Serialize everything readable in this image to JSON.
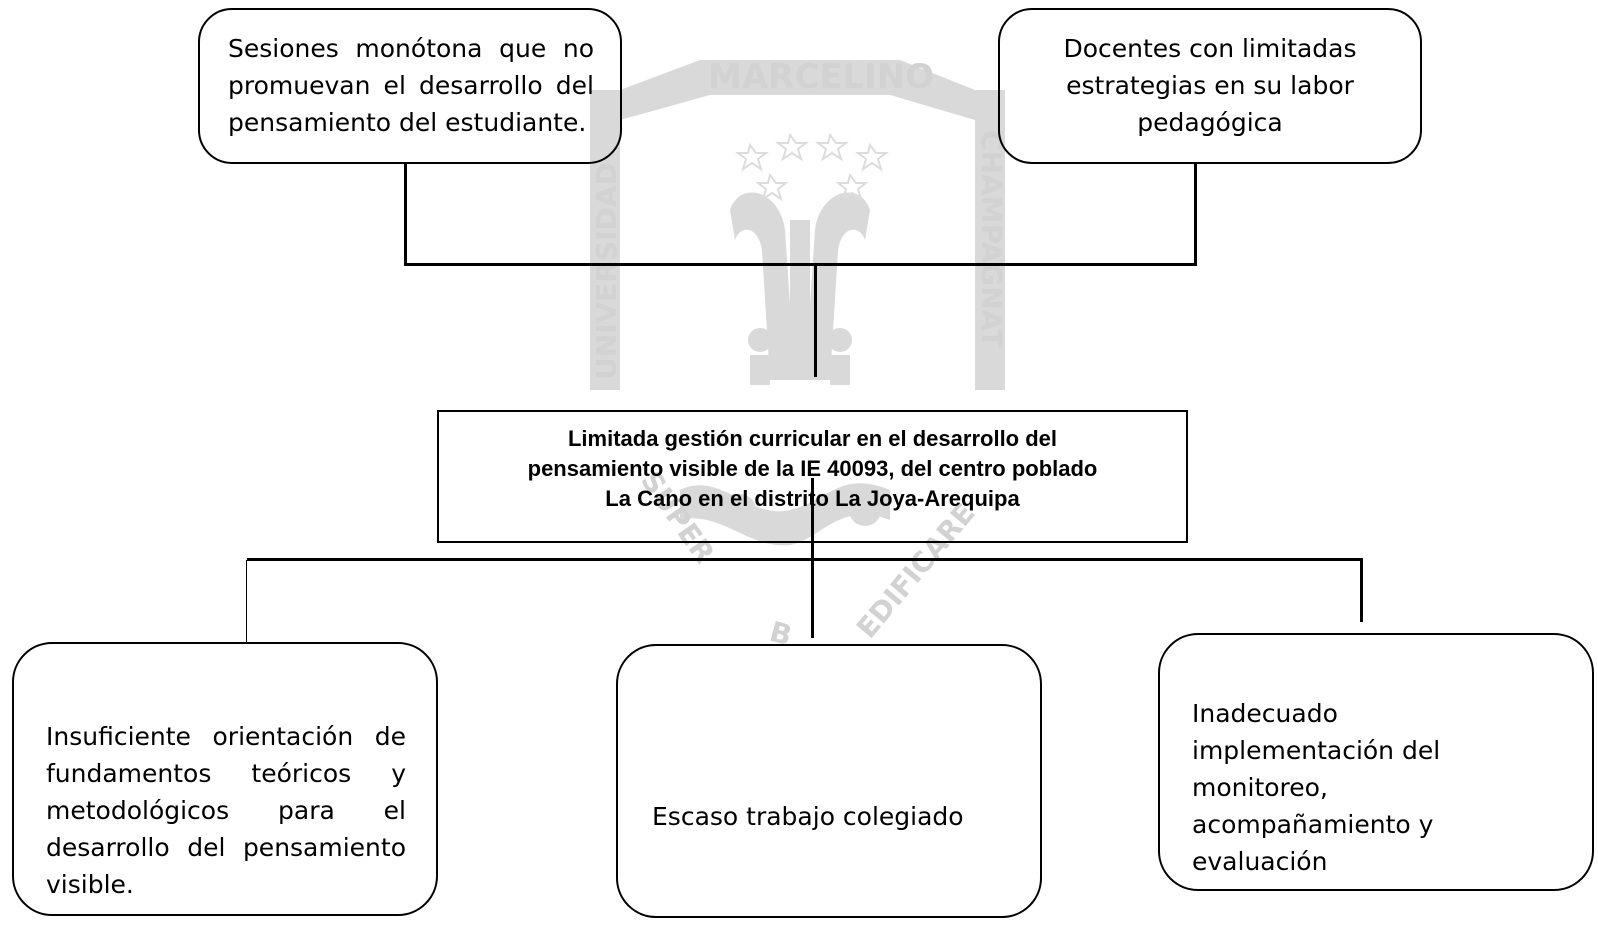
{
  "watermark": {
    "top_text": "MARCELINO",
    "left_text": "UNIVERSIDAD",
    "right_text": "CHAMPAGNAT",
    "bottom_left_text": "SUPER",
    "bottom_mid_text": "B",
    "bottom_right_text": "EDIFICARE",
    "color": "#d8d8d8"
  },
  "causes": {
    "top_left": "Sesiones monótona que no promuevan el desarrollo del pensamiento del estudiante.",
    "top_right": "Docentes con limitadas estrategias en su labor pedagógica"
  },
  "central_problem": {
    "line1": "Limitada gestión curricular en el desarrollo del",
    "line2": "pensamiento visible de la IE 40093, del centro poblado",
    "line3": "La Cano en el distrito La Joya-Arequipa"
  },
  "effects": {
    "left": "Insuficiente orientación de fundamentos teóricos y metodológicos para el desarrollo del pensamiento visible.",
    "middle": "Escaso trabajo colegiado",
    "right": "Inadecuado implementación del monitoreo, acompañamiento y evaluación"
  }
}
